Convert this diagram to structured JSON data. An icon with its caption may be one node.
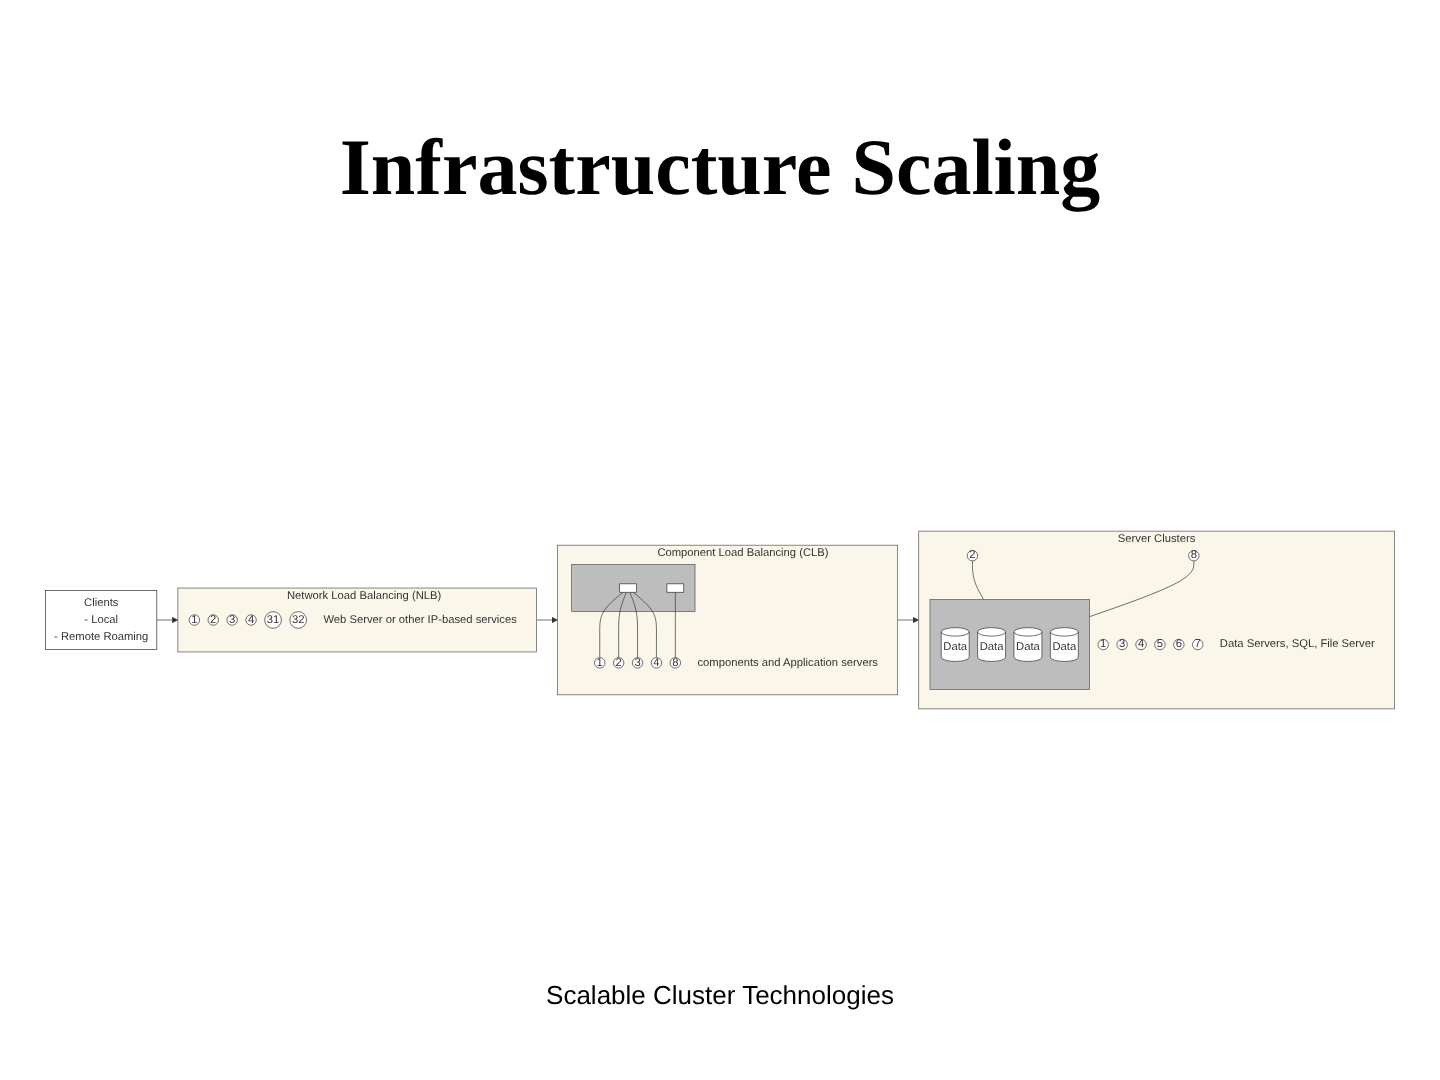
{
  "diagram": {
    "title": "Infrastructure Scaling",
    "nodes": [
      {
        "text": [
          "Clients",
          "- Local",
          "- Remote Roaming"
        ]
      },
      {
        "text": [
          "Network Load Balancing (NLB)"
        ],
        "beside": [
          "Web Server or other IP-based services"
        ]
      },
      {
        "text": [
          "1"
        ],
        "in": 1
      },
      {
        "text": [
          "2"
        ],
        "in": 1
      },
      {
        "text": [
          "3"
        ],
        "in": 1
      },
      {
        "text": [
          "4"
        ],
        "in": 1
      },
      {
        "text": [
          "31"
        ],
        "in": 1
      },
      {
        "text": [
          "32"
        ],
        "in": 1
      },
      {
        "text": [
          "Component Load Balancing (CLB)"
        ],
        "beside": [
          "components and Application servers"
        ]
      },
      {
        "text": [],
        "shape": "box",
        "in": 8
      },
      {
        "text": [],
        "shape": "box",
        "in": 9
      },
      {
        "text": [],
        "shape": "box",
        "in": 9
      },
      {
        "text": [
          "1"
        ],
        "in": 8
      },
      {
        "text": [
          "2"
        ],
        "in": 8
      },
      {
        "text": [
          "3"
        ],
        "in": 8
      },
      {
        "text": [
          "4"
        ],
        "in": 8
      },
      {
        "text": [
          "8"
        ],
        "in": 8
      },
      {
        "text": [
          "Server Clusters"
        ],
        "beside": [
          "Data Servers, SQL, File Server"
        ]
      },
      {
        "text": [
          "1"
        ],
        "in": 17
      },
      {
        "text": [
          "2"
        ],
        "in": 17
      },
      {
        "text": [
          "3"
        ],
        "in": 17
      },
      {
        "text": [
          "4"
        ],
        "in": 17
      },
      {
        "text": [
          "5"
        ],
        "in": 17
      },
      {
        "text": [
          "6"
        ],
        "in": 17
      },
      {
        "text": [
          "7"
        ],
        "in": 17
      },
      {
        "text": [
          "8"
        ],
        "in": 17
      },
      {
        "text": [],
        "shape": "box",
        "in": 17
      },
      {
        "text": [
          "Data"
        ],
        "in": 26
      },
      {
        "text": [
          "Data"
        ],
        "in": 26
      },
      {
        "text": [
          "Data"
        ],
        "in": 26
      },
      {
        "text": [
          "Data"
        ],
        "in": 26
      }
    ],
    "edges": [
      {
        "from": 0,
        "to": 1,
        "arrow": "to"
      },
      {
        "from": 1,
        "to": 8,
        "arrow": "to"
      },
      {
        "from": 8,
        "to": 17,
        "arrow": "to"
      },
      {
        "from": 10,
        "to": 12,
        "arrow": "none"
      },
      {
        "from": 10,
        "to": 13,
        "arrow": "none"
      },
      {
        "from": 10,
        "to": 14,
        "arrow": "none"
      },
      {
        "from": 10,
        "to": 15,
        "arrow": "none"
      },
      {
        "from": 11,
        "to": 16,
        "arrow": "none"
      },
      {
        "from": 19,
        "to": 26,
        "arrow": "none"
      },
      {
        "from": 25,
        "to": 26,
        "arrow": "none"
      }
    ],
    "labels": [
      "Scalable Cluster Technologies"
    ]
  }
}
